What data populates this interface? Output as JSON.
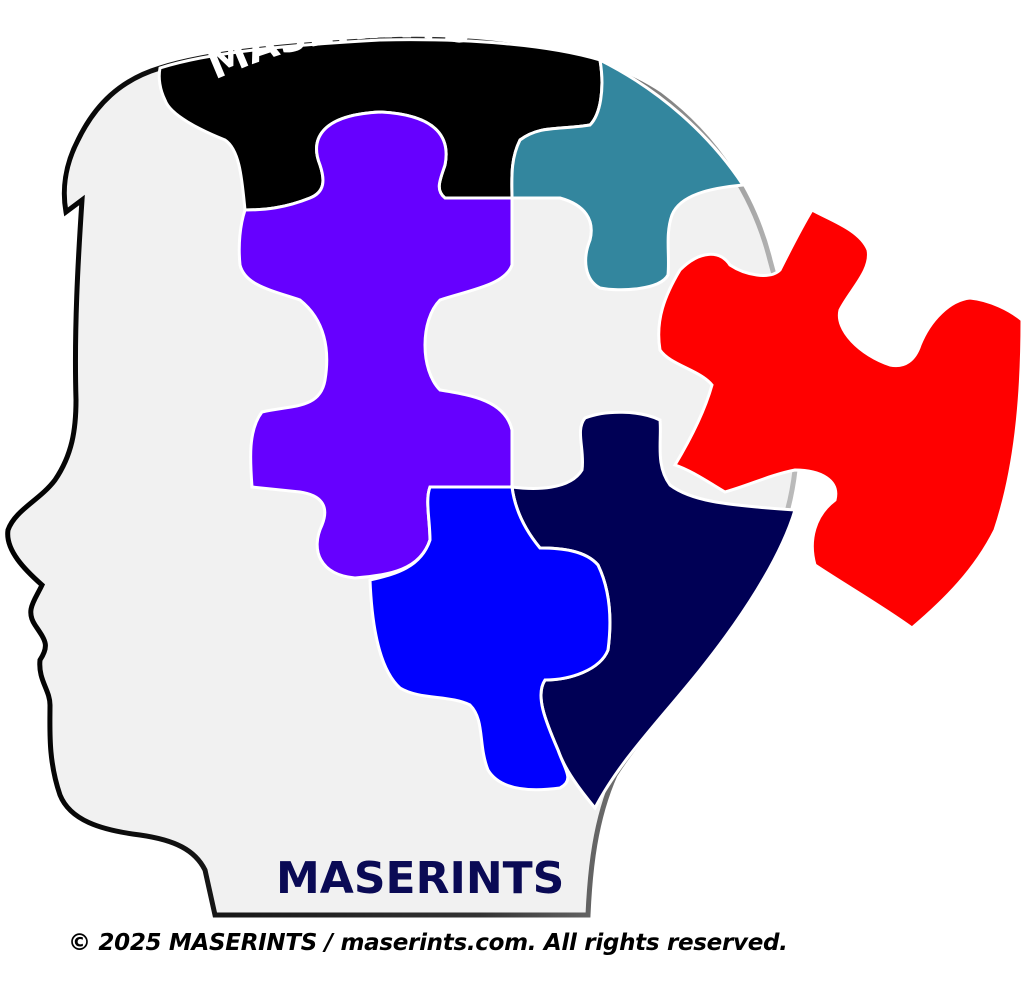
{
  "logo": {
    "top_text": "MASERINTS",
    "bottom_text": "MASERINTS"
  },
  "footer": {
    "copyright": "© 2025 MASERINTS / maserints.com. All rights reserved."
  },
  "colors": {
    "head_fill": "#f1f1f1",
    "top_piece": "#000000",
    "purple_piece": "#6600ff",
    "teal_piece": "#33869e",
    "red_piece": "#ff0000",
    "navy_piece": "#000055",
    "blue_piece": "#0000ff"
  }
}
